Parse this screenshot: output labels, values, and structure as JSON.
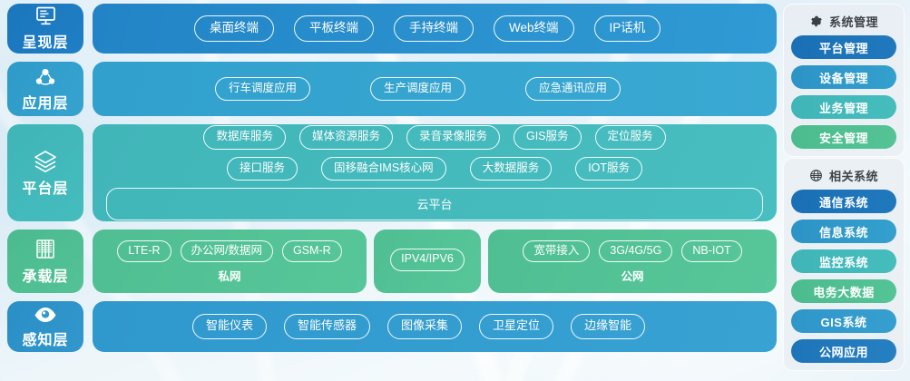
{
  "layers": [
    {
      "id": "presentation",
      "label": "呈现层",
      "icon": "monitor-icon",
      "items": [
        "桌面终端",
        "平板终端",
        "手持终端",
        "Web终端",
        "IP话机"
      ]
    },
    {
      "id": "application",
      "label": "应用层",
      "icon": "network-nodes-icon",
      "items": [
        "行车调度应用",
        "生产调度应用",
        "应急通讯应用"
      ]
    },
    {
      "id": "platform",
      "label": "平台层",
      "icon": "layers-icon",
      "row1": [
        "数据库服务",
        "媒体资源服务",
        "录音录像服务",
        "GIS服务",
        "定位服务"
      ],
      "row2": [
        "接口服务",
        "固移融合IMS核心网",
        "大数据服务",
        "IOT服务"
      ],
      "row3": "云平台"
    },
    {
      "id": "bearer",
      "label": "承载层",
      "icon": "server-rack-icon",
      "groups": [
        {
          "name": "私网",
          "items": [
            "LTE-R",
            "办公网/数据网",
            "GSM-R"
          ]
        },
        {
          "name": "",
          "items": [
            "IPV4/IPV6"
          ]
        },
        {
          "name": "公网",
          "items": [
            "宽带接入",
            "3G/4G/5G",
            "NB-IOT"
          ]
        }
      ]
    },
    {
      "id": "perception",
      "label": "感知层",
      "icon": "eye-icon",
      "items": [
        "智能仪表",
        "智能传感器",
        "图像采集",
        "卫星定位",
        "边缘智能"
      ]
    }
  ],
  "sidebar": {
    "system": {
      "title": "系统管理",
      "icon": "gear-icon",
      "items": [
        "平台管理",
        "设备管理",
        "业务管理",
        "安全管理"
      ]
    },
    "related": {
      "title": "相关系统",
      "icon": "globe-icon",
      "items": [
        "通信系统",
        "信息系统",
        "监控系统",
        "电务大数据",
        "GIS系统",
        "公网应用"
      ]
    }
  },
  "colors": {
    "presentation": "#2284c6",
    "application": "#31a0cd",
    "platform": "#41b6b9",
    "bearer": "#4fbf93",
    "perception": "#2f98cd",
    "sidebar_dark_blue": "#1a6fb5",
    "sidebar_blue": "#2d93c6",
    "sidebar_teal": "#3fb5b7",
    "sidebar_green": "#4cbc8e"
  }
}
